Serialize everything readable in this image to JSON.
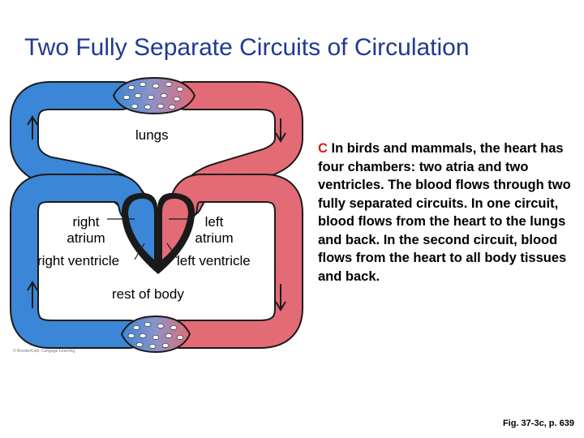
{
  "title": "Two Fully Separate Circuits of Circulation",
  "labels": {
    "lungs": "lungs",
    "right_atrium_1": "right",
    "right_atrium_2": "atrium",
    "left_atrium_1": "left",
    "left_atrium_2": "atrium",
    "right_ventricle": "right ventricle",
    "left_ventricle": "left ventricle",
    "rest_of_body": "rest of body"
  },
  "caption": {
    "letter": "C",
    "text": "In birds and mammals, the heart has four chambers: two atria and two ventricles. The blood flows through two fully separated circuits. In one circuit, blood flows from the heart to the lungs and back. In the second circuit, blood flows from the heart to all body tissues and back."
  },
  "credit": "© Brooks/Cole, Cengage Learning",
  "figure_ref": "Fig. 37-3c, p. 639",
  "colors": {
    "title": "#1f3a93",
    "deoxygenated": "#3b86d6",
    "oxygenated": "#e36b76",
    "vessel_outline": "#1a1a1a",
    "caption_letter": "#d11f1f"
  }
}
